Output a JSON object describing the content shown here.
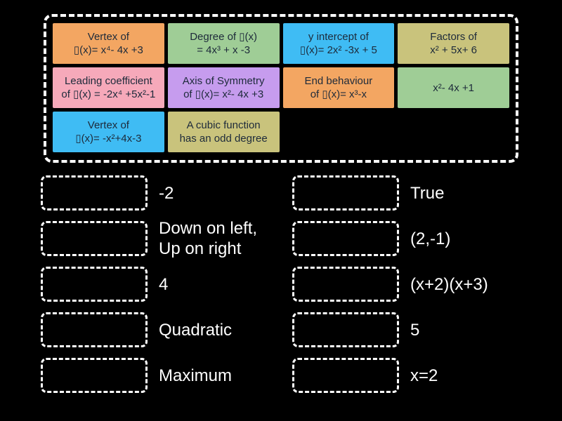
{
  "colors": {
    "background": "#000000",
    "pool_border": "#ffffff",
    "drop_zone_border": "#ffffff",
    "tile_text": "#1d2a3a",
    "answer_text": "#ffffff",
    "orange": "#f3a662",
    "green": "#9fcd96",
    "blue": "#3fbcf4",
    "khaki": "#c9c37c",
    "pink": "#f6a9ba",
    "purple": "#c69cee"
  },
  "pool": {
    "tiles": [
      {
        "line1": "Vertex of",
        "line2": "▯(x)= x⁴- 4x +3",
        "color": "orange"
      },
      {
        "line1": "Degree of ▯(x)",
        "line2": "= 4x³ + x -3",
        "color": "green"
      },
      {
        "line1": "y intercept of",
        "line2": "▯(x)= 2x² -3x + 5",
        "color": "blue"
      },
      {
        "line1": "Factors of",
        "line2": "x² + 5x+ 6",
        "color": "khaki"
      },
      {
        "line1": "Leading coefficient",
        "line2": "of ▯(x) = -2x⁴ +5x²-1",
        "color": "pink"
      },
      {
        "line1": "Axis of Symmetry",
        "line2": "of ▯(x)= x²- 4x +3",
        "color": "purple"
      },
      {
        "line1": "End behaviour",
        "line2": "of ▯(x)= x³-x",
        "color": "orange"
      },
      {
        "line1": "x²- 4x +1",
        "line2": "",
        "color": "green"
      },
      {
        "line1": "Vertex of",
        "line2": "▯(x)= -x²+4x-3",
        "color": "blue"
      },
      {
        "line1": "A cubic function",
        "line2": "has an odd degree",
        "color": "khaki"
      }
    ]
  },
  "matches": {
    "left": [
      {
        "answer": "-2"
      },
      {
        "answer": "Down on left,\nUp on right"
      },
      {
        "answer": "4"
      },
      {
        "answer": "Quadratic"
      },
      {
        "answer": "Maximum"
      }
    ],
    "right": [
      {
        "answer": "True"
      },
      {
        "answer": "(2,-1)"
      },
      {
        "answer": "(x+2)(x+3)"
      },
      {
        "answer": "5"
      },
      {
        "answer": "x=2"
      }
    ]
  }
}
